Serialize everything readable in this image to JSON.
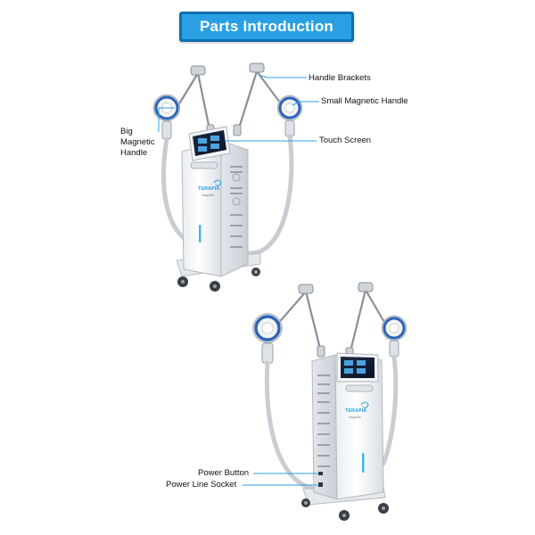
{
  "title": "Parts Introduction",
  "labels": {
    "handle_brackets": "Handle Brackets",
    "small_magnetic_handle": "Small Magnetic Handle",
    "big_magnetic_handle": "Big\nMagnetic\nHandle",
    "touch_screen": "Touch Screen",
    "power_button": "Power Button",
    "power_line_socket": "Power Line Socket"
  },
  "brand": {
    "name": "TERAPIA",
    "sub": "magnetic"
  },
  "colors": {
    "banner_fill": "#2aa0e4",
    "banner_border": "#0f6fb0",
    "callout_line": "#2aa0e4",
    "ring_blue": "#2d63b8"
  }
}
